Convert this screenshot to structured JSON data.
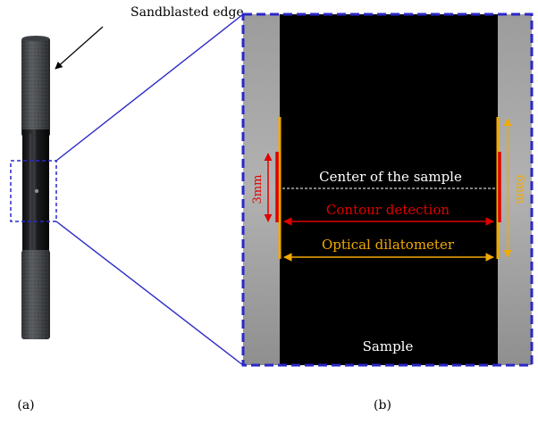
{
  "labels": {
    "sandblasted_edge": "Sandblasted edge",
    "center_of_sample": "Center of the sample",
    "contour_detection": "Contour detection",
    "optical_dilatometer": "Optical dilatometer",
    "dim_3mm": "3mm",
    "dim_6mm": "6mm",
    "sample": "Sample",
    "panel_a": "(a)",
    "panel_b": "(b)"
  },
  "colors": {
    "zoom_outline": "#2b28c8",
    "contour": "#e00000",
    "dilatometer": "#f2a900",
    "center_line": "#ffffff",
    "sample_fill": "#000000",
    "background_gray": "#a4a4a4"
  }
}
